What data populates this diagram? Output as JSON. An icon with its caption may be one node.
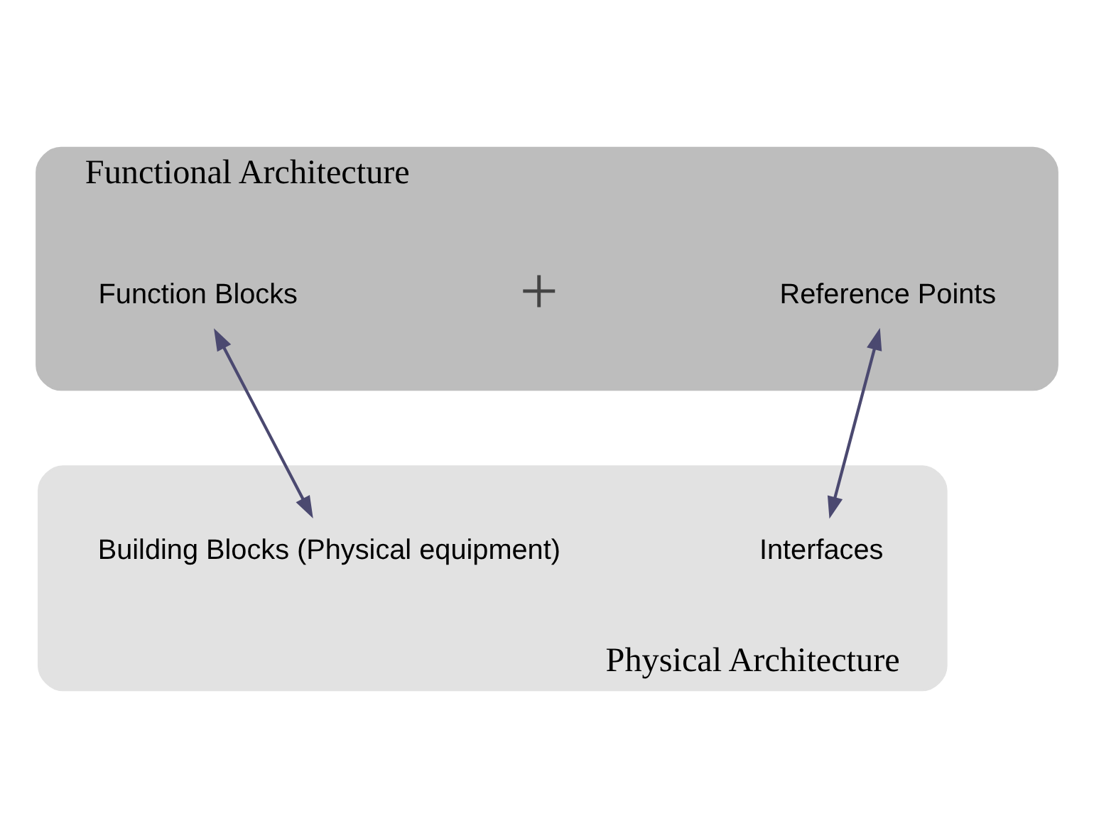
{
  "diagram": {
    "nodes": [
      {
        "text": [
          "Functional Architecture"
        ]
      },
      {
        "text": [
          "Function Blocks"
        ],
        "in": 0
      },
      {
        "text": [
          "Reference Points"
        ],
        "in": 0
      },
      {
        "text": [
          "Physical Architecture"
        ]
      },
      {
        "text": [
          "Building Blocks (Physical equipment)"
        ],
        "in": 3
      },
      {
        "text": [
          "Interfaces"
        ],
        "in": 3
      }
    ],
    "edges": [
      {
        "from": 1,
        "to": 4,
        "arrow": "both"
      },
      {
        "from": 2,
        "to": 5,
        "arrow": "both"
      }
    ],
    "labels": [
      "+"
    ]
  }
}
